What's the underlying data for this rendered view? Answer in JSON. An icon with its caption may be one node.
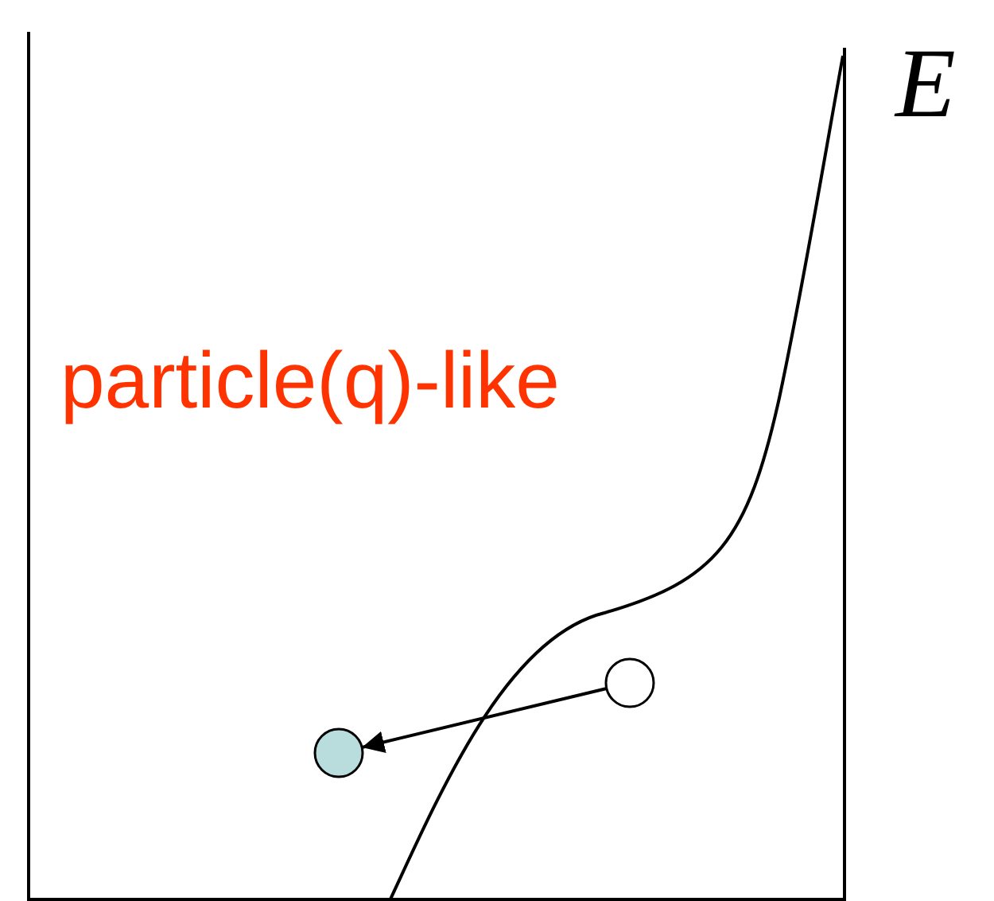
{
  "diagram": {
    "nodes": [
      {
        "text": [],
        "shape": "circle"
      },
      {
        "text": [],
        "shape": "circle"
      }
    ],
    "edges": [
      {
        "from": 1,
        "to": 0,
        "arrow": "to"
      }
    ],
    "labels": [
      "E",
      "particle(q)-like"
    ]
  }
}
